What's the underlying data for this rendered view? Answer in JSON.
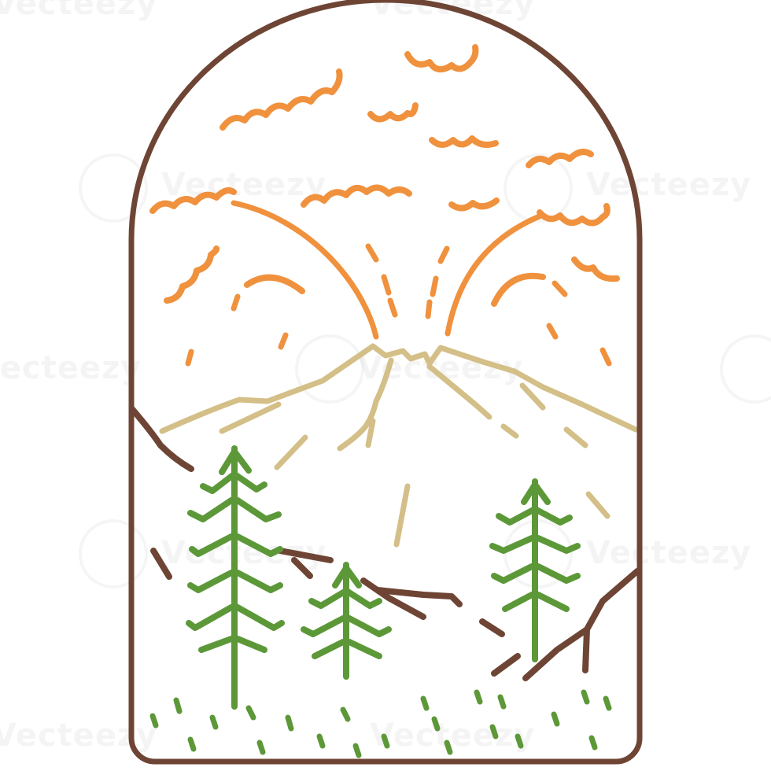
{
  "watermark": {
    "text": "Vecteezy"
  },
  "colors": {
    "frame": "#6e4535",
    "eruption": "#f0913e",
    "mountain": "#d3bf87",
    "trees": "#5c9838",
    "ground": "#6e4535",
    "grass": "#5c9838",
    "background": "#ffffff"
  },
  "icons": [
    "arch-frame",
    "volcano",
    "eruption-arcs",
    "clouds",
    "pine-trees",
    "hills",
    "grass"
  ]
}
